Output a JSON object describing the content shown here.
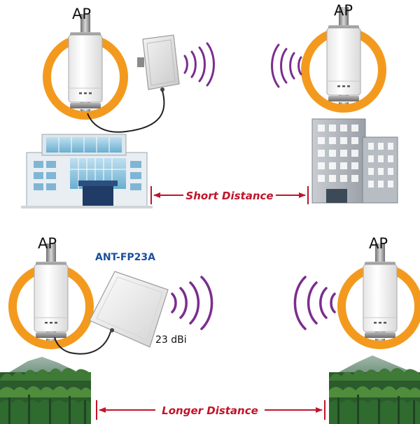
{
  "top": {
    "left_ap_label": "AP",
    "right_ap_label": "AP",
    "distance_label": "Short Distance"
  },
  "bottom": {
    "left_ap_label": "AP",
    "right_ap_label": "AP",
    "antenna_model": "ANT-FP23A",
    "antenna_gain": "23 dBi",
    "distance_label": "Longer Distance"
  },
  "colors": {
    "ring_orange": "#f39a1e",
    "signal_purple": "#7b2d8e",
    "arrow_red": "#c0152a",
    "model_blue": "#1a4f9c"
  }
}
